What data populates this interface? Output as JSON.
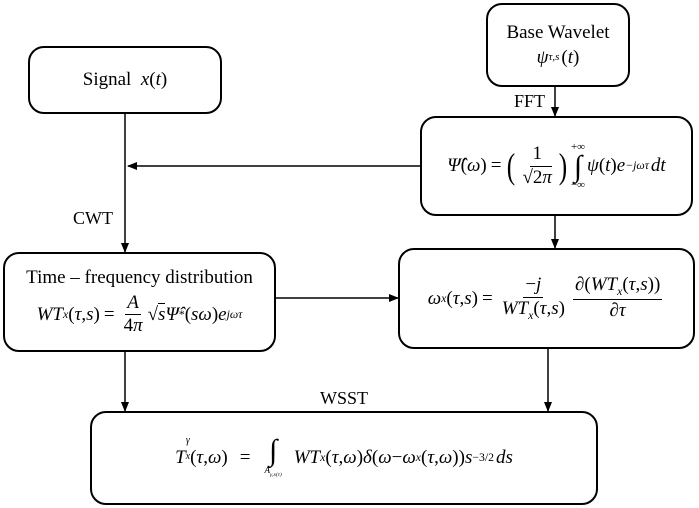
{
  "nodes": {
    "signal": {
      "label": "Signal",
      "math": "x(t)"
    },
    "base_wavelet": {
      "label": "Base Wavelet",
      "math": "ψτ,s(t)"
    },
    "fourier": {
      "math": "Ψ̂(ω) = (1/√(2π)) ∫₋∞^+∞ ψ(t) e^(−jωτ) dt"
    },
    "tfd": {
      "label": "Time – frequency distribution",
      "math": "WTx(τ,s) = (A/4π) √s Ψ̂*(sω) e^(jωτ)"
    },
    "freq": {
      "math": "ωx(τ,s) = (−j / WTx(τ,s)) · ∂(WTx(τ,s))/∂τ"
    },
    "wsst": {
      "math": "Txγ(τ,ω) = ∫_Aγ,x(τ) WTx(τ,ω) δ(ω − ωx(τ,ω)) s^(−3/2) ds"
    }
  },
  "edge_labels": {
    "fft": "FFT",
    "cwt": "CWT",
    "wsst": "WSST"
  }
}
